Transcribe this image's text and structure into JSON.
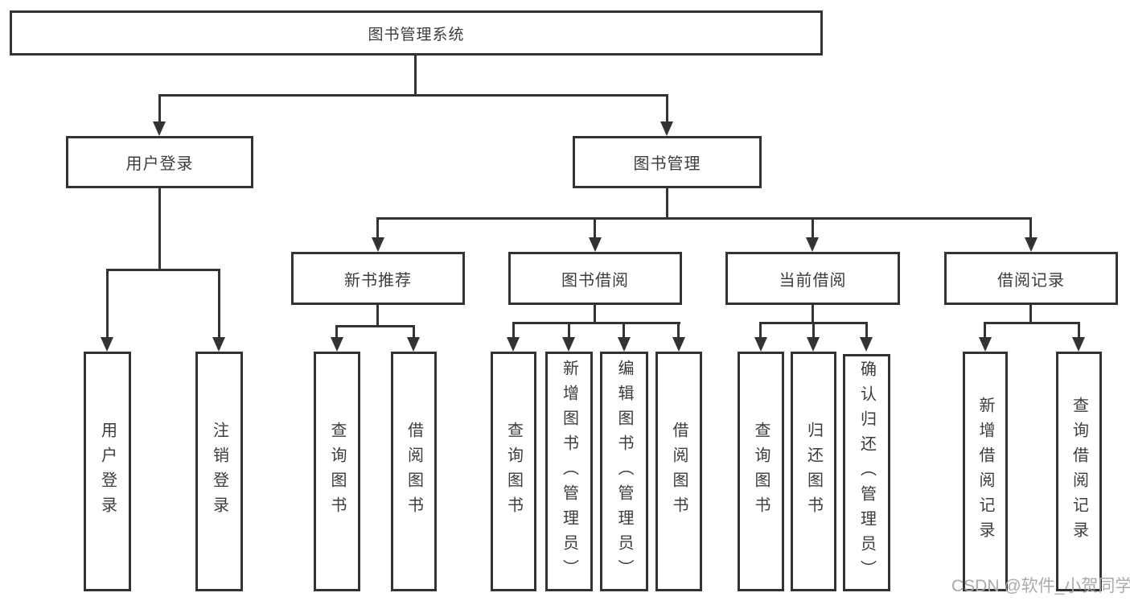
{
  "diagram": {
    "type": "functional-structure-tree",
    "root": {
      "label": "图书管理系统"
    },
    "branches": [
      {
        "label": "用户登录",
        "children": [
          {
            "label": "用户登录"
          },
          {
            "label": "注销登录"
          }
        ]
      },
      {
        "label": "图书管理",
        "children": [
          {
            "label": "新书推荐",
            "children": [
              {
                "label": "查询图书"
              },
              {
                "label": "借阅图书"
              }
            ]
          },
          {
            "label": "图书借阅",
            "children": [
              {
                "label": "查询图书"
              },
              {
                "label": "新增图书（管理员）"
              },
              {
                "label": "编辑图书（管理员）"
              },
              {
                "label": "借阅图书"
              }
            ]
          },
          {
            "label": "当前借阅",
            "children": [
              {
                "label": "查询图书"
              },
              {
                "label": "归还图书"
              },
              {
                "label": "确认归还（管理员）"
              }
            ]
          },
          {
            "label": "借阅记录",
            "children": [
              {
                "label": "新增借阅记录"
              },
              {
                "label": "查询借阅记录"
              }
            ]
          }
        ]
      }
    ]
  },
  "watermark": {
    "text": "CSDN @软件_小贺同学"
  },
  "colors": {
    "line": "#333333",
    "text": "#3c3c3c",
    "watermark": "#a9aab0",
    "background": "#ffffff"
  }
}
